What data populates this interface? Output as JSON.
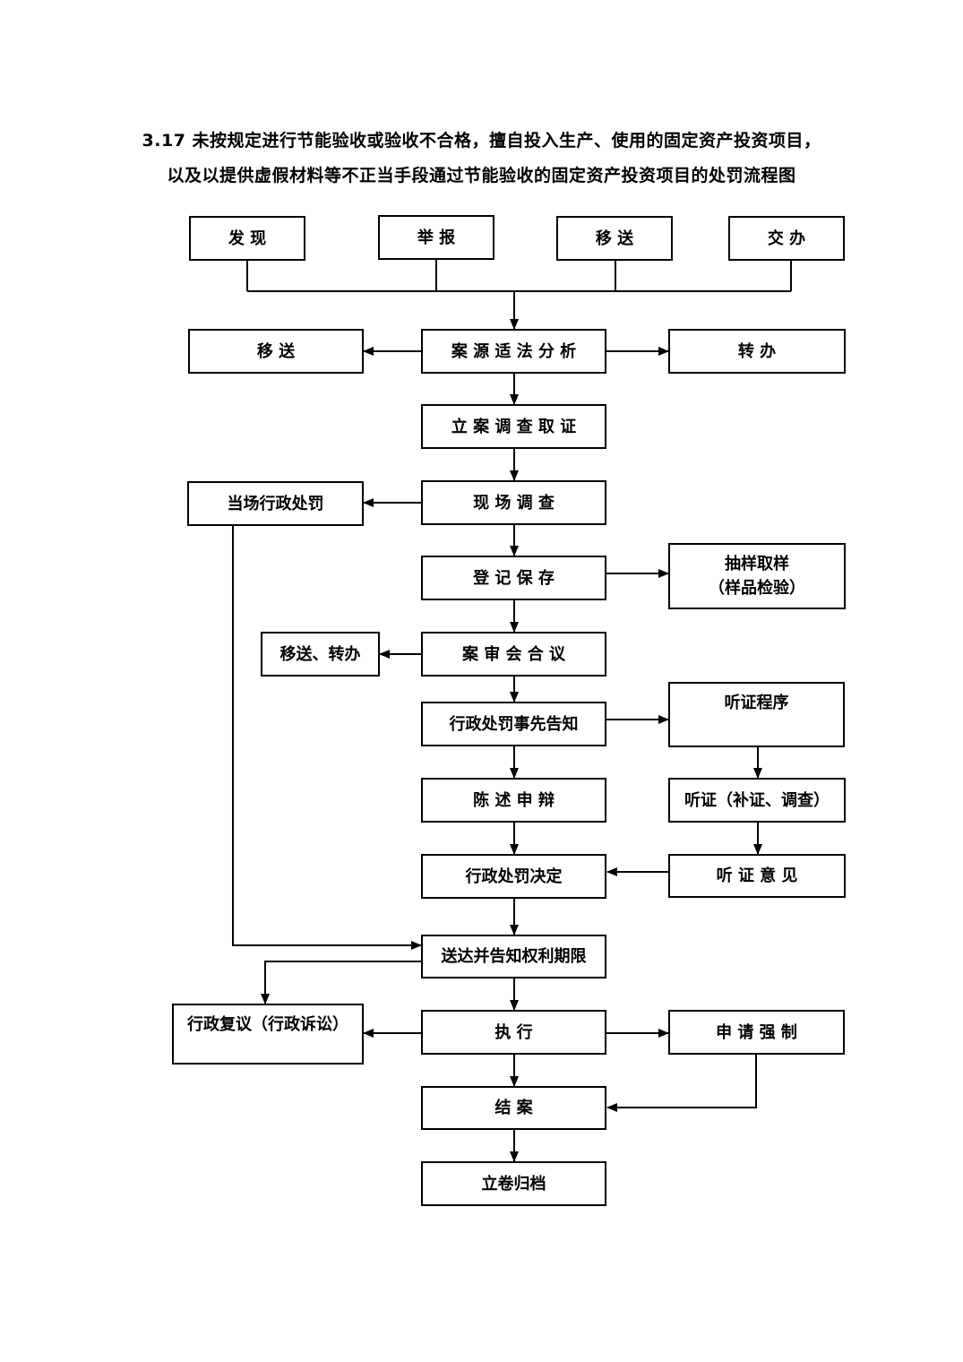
{
  "title": {
    "line1": "3.17 未按规定进行节能验收或验收不合格，擅自投入生产、使用的固定资产投资项目，",
    "line2": "以及以提供虚假材料等不正当手段通过节能验收的固定资产投资项目的处罚流程图"
  },
  "nodes": {
    "discover": "发 现",
    "report": "举 报",
    "transfer_in": "移 送",
    "assigned": "交 办",
    "case_analysis": "案 源 适 法 分 析",
    "transfer_out": "移 送",
    "hand_over": "转 办",
    "filing_evidence": "立 案 调 查 取 证",
    "on_site_penalty": "当场行政处罚",
    "site_investigation": "现 场 调 查",
    "register_preserve": "登 记 保 存",
    "sampling": "抽样取样\n（样品检验）",
    "transfer_hand_over": "移送、转办",
    "case_review": "案 审 会 合 议",
    "prior_notice": "行政处罚事先告知",
    "hearing_procedure": "听证程序",
    "statement_defense": "陈 述 申 辩",
    "hearing": "听证（补证、调查）",
    "penalty_decision": "行政处罚决定",
    "hearing_opinion": "听 证 意 见",
    "deliver_notify": "送达并告知权利期限",
    "reconsideration": "行政复议（行政诉讼）",
    "execute": "执 行",
    "apply_enforcement": "申 请 强 制",
    "close_case": "结 案",
    "archive": "立卷归档"
  }
}
